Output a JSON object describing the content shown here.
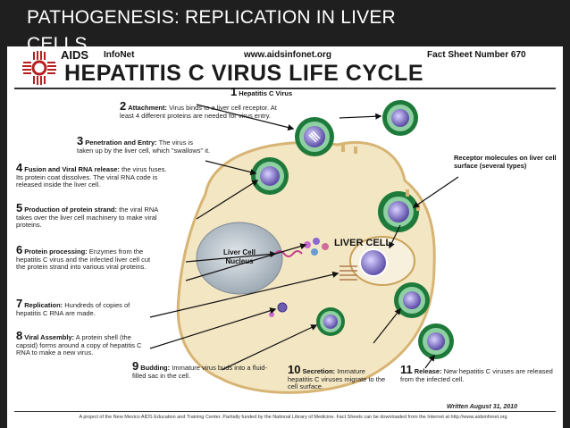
{
  "slide": {
    "title": "PATHOGENESIS: REPLICATION IN LIVER",
    "title_cut": "CELLS"
  },
  "poster": {
    "aids": "AIDS",
    "infonet": "InfoNet",
    "url": "www.aidsinfonet.org",
    "fact_sheet": "Fact Sheet Number 670",
    "title": "HEPATITIS C VIRUS LIFE CYCLE",
    "steps": [
      {
        "num": "1",
        "head": "Hepatitis C Virus",
        "body": ""
      },
      {
        "num": "2",
        "head": "Attachment:",
        "body": "Virus binds to a liver cell receptor. At least 4 different proteins are needed for virus entry."
      },
      {
        "num": "3",
        "head": "Penetration and Entry:",
        "body": "The virus is taken up by the liver cell, which \"swallows\" it."
      },
      {
        "num": "4",
        "head": "Fusion and Viral RNA release:",
        "body": "the virus fuses. Its protein coat dissolves. The viral RNA code is released inside the liver cell."
      },
      {
        "num": "5",
        "head": "Production of protein strand:",
        "body": "the viral RNA takes over the liver cell machinery to make viral proteins."
      },
      {
        "num": "6",
        "head": "Protein processing:",
        "body": "Enzymes from the hepatitis C virus and the infected liver cell cut the protein strand into various viral proteins."
      },
      {
        "num": "7",
        "head": "Replication:",
        "body": "Hundreds of copies of hepatitis C RNA are made."
      },
      {
        "num": "8",
        "head": "Viral Assembly:",
        "body": "A protein shell (the capsid) forms around a copy of hepatitis C RNA to make a new virus."
      },
      {
        "num": "9",
        "head": "Budding:",
        "body": "Immature virus buds into a fluid-filled sac in the cell."
      },
      {
        "num": "10",
        "head": "Secretion:",
        "body": "Immature hepatitis C viruses migrate to the cell surface."
      },
      {
        "num": "11",
        "head": "Release:",
        "body": "New hepatitis C viruses are released from the infected cell."
      }
    ],
    "receptor_label": "Receptor molecules on liver cell surface (several types)",
    "liver_cell_label": "LIVER CELL",
    "nucleus_label": "Liver Cell Nucleus",
    "written": "Written August 31, 2010",
    "footer": "A project of the New Mexico AIDS Education and Training Center. Partially funded by the National Library of Medicine. Fact Sheets can be downloaded from the Internet at http://www.aidsinfonet.org"
  },
  "colors": {
    "cell": "#f3e6c2",
    "cell_border": "#d7b474",
    "virus_outer": "#1e7a3a",
    "virus_mid": "#8fd0a3",
    "virus_core": "#6b5db0",
    "nucleus": "#b9c2c9"
  }
}
